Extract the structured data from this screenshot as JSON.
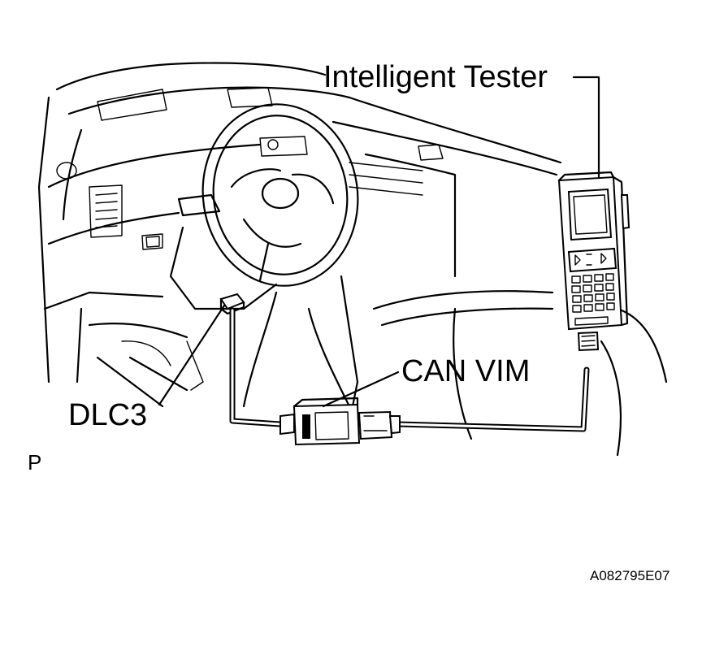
{
  "labels": {
    "intelligent_tester": "Intelligent Tester",
    "can_vim": "CAN VIM",
    "dlc3": "DLC3",
    "view_marker": "P",
    "figure_code": "A082795E07"
  },
  "colors": {
    "line": "#000000",
    "background": "#ffffff"
  }
}
